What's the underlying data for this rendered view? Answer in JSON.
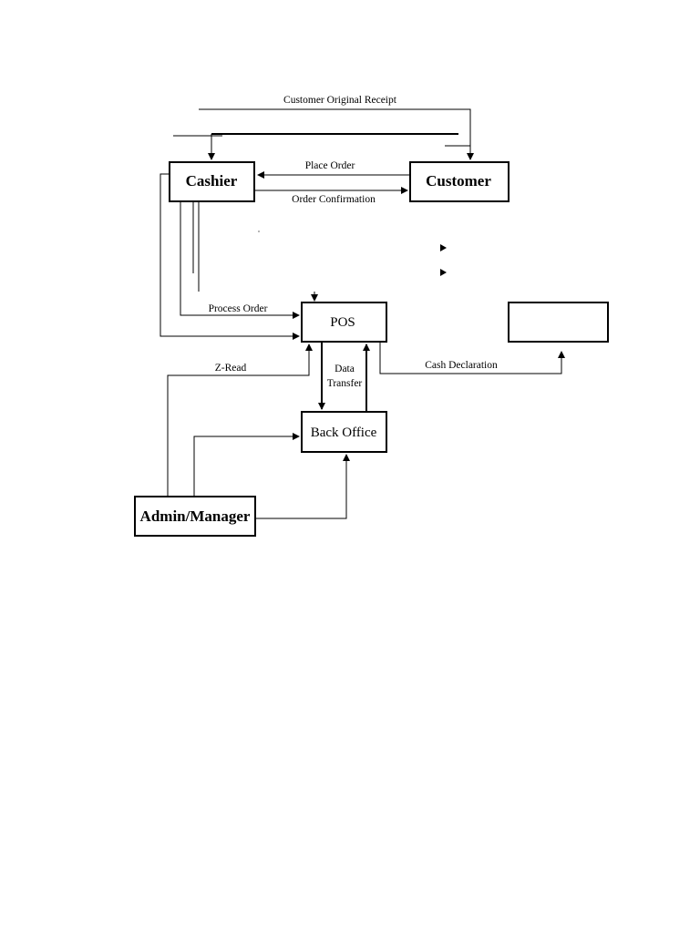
{
  "nodes": {
    "cashier": "Cashier",
    "customer": "Customer",
    "pos": "POS",
    "back_office": "Back Office",
    "admin_manager": "Admin/Manager",
    "blank_entity": ""
  },
  "edges": {
    "customer_original_receipt": "Customer Original Receipt",
    "place_order": "Place Order",
    "order_confirmation": "Order Confirmation",
    "process_order": "Process Order",
    "z_read": "Z-Read",
    "data_transfer_line1": "Data",
    "data_transfer_line2": "Transfer",
    "cash_declaration": "Cash Declaration"
  },
  "colors": {
    "stroke": "#000000",
    "background": "#ffffff"
  }
}
